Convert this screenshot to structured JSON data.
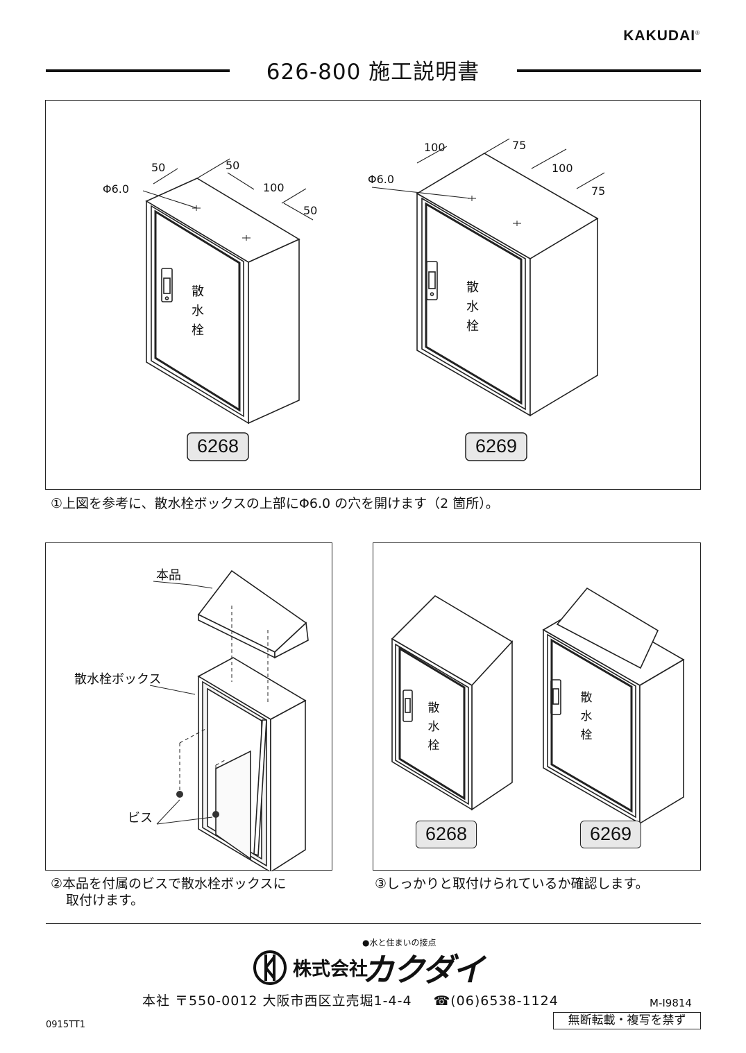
{
  "header": {
    "brand": "KAKUDAI",
    "brand_mark": "®",
    "title": "626-800 施工説明書"
  },
  "panel1": {
    "left_box": {
      "dims": [
        "50",
        "50",
        "100",
        "50"
      ],
      "hole": "Φ6.0",
      "door_label": [
        "散",
        "水",
        "栓"
      ],
      "model": "6268"
    },
    "right_box": {
      "dims": [
        "100",
        "75",
        "100",
        "75"
      ],
      "hole": "Φ6.0",
      "door_label": [
        "散",
        "水",
        "栓"
      ],
      "model": "6269"
    },
    "caption": "①上図を参考に、散水栓ボックスの上部にΦ6.0 の穴を開けます（2 箇所）。"
  },
  "panel2": {
    "label_product": "本品",
    "label_box": "散水栓ボックス",
    "label_screw": "ビス",
    "caption_line1": "②本品を付属のビスで散水栓ボックスに",
    "caption_line2": "取付けます。"
  },
  "panel3": {
    "door_label": [
      "散",
      "水",
      "栓"
    ],
    "model_left": "6268",
    "model_right": "6269",
    "caption": "③しっかりと取付けられているか確認します。"
  },
  "footer": {
    "tagline": "●水と住まいの接点",
    "company_prefix": "株式会社",
    "company_kana": "カクダイ",
    "address": "本社 〒550-0012 大阪市西区立売堀1-4-4",
    "phone": "☎(06)6538-1124",
    "doc_number": "M-I9814",
    "print_code": "0915TT1",
    "notice": "無断転載・複写を禁ず"
  }
}
